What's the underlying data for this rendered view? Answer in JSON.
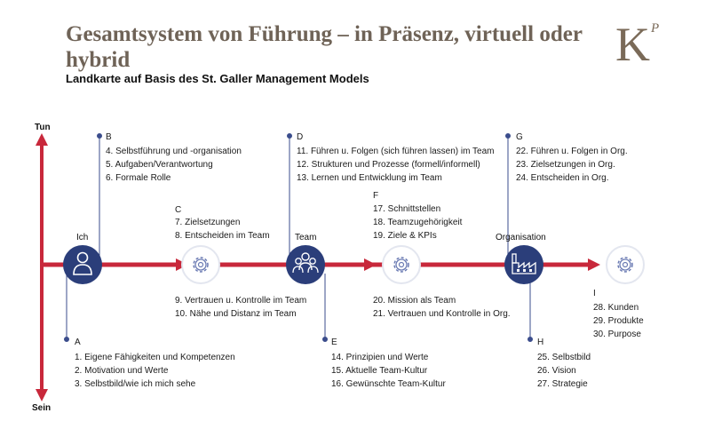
{
  "header": {
    "title": "Gesamtsystem von Führung – in Präsenz, virtuell oder hybrid",
    "subtitle": "Landkarte auf Basis des St. Galler Management Models",
    "logo_letter": "K",
    "logo_sup": "P"
  },
  "axis": {
    "top": "Tun",
    "bottom": "Sein"
  },
  "hubs": {
    "ich": "Ich",
    "team": "Team",
    "organisation": "Organisation"
  },
  "icons": [
    "user-icon",
    "gear-icon",
    "team-icon",
    "factory-icon"
  ],
  "groups": {
    "A": {
      "letter": "A",
      "items": [
        "1. Eigene Fähigkeiten und Kompetenzen",
        "2. Motivation und Werte",
        "3. Selbstbild/wie ich mich sehe"
      ]
    },
    "B": {
      "letter": "B",
      "items": [
        "4. Selbstführung und -organisation",
        "5. Aufgaben/Verantwortung",
        "6. Formale Rolle"
      ]
    },
    "C": {
      "letter": "C",
      "items": [
        "7. Zielsetzungen",
        "8. Entscheiden im Team"
      ]
    },
    "C2": {
      "items": [
        "9. Vertrauen u. Kontrolle im Team",
        "10. Nähe und Distanz im Team"
      ]
    },
    "D": {
      "letter": "D",
      "items": [
        "11. Führen u. Folgen (sich führen lassen) im Team",
        "12. Strukturen und Prozesse (formell/informell)",
        "13. Lernen und Entwicklung im Team"
      ]
    },
    "E": {
      "letter": "E",
      "items": [
        "14. Prinzipien und Werte",
        "15. Aktuelle Team-Kultur",
        "16. Gewünschte Team-Kultur"
      ]
    },
    "F": {
      "letter": "F",
      "items": [
        "17. Schnittstellen",
        "18. Teamzugehörigkeit",
        "19. Ziele & KPIs"
      ]
    },
    "F2": {
      "items": [
        "20. Mission als Team",
        "21. Vertrauen und Kontrolle in Org."
      ]
    },
    "G": {
      "letter": "G",
      "items": [
        "22. Führen u. Folgen in Org.",
        "23. Zielsetzungen in Org.",
        "24. Entscheiden in Org."
      ]
    },
    "H": {
      "letter": "H",
      "items": [
        "25. Selbstbild",
        "26. Vision",
        "27. Strategie"
      ]
    },
    "I": {
      "letter": "I",
      "items": [
        "28. Kunden",
        "29. Produkte",
        "30. Purpose"
      ]
    }
  },
  "colors": {
    "arrow": "#c8283b",
    "hub": "#2b3e7a",
    "gear": "#6b7bb3",
    "connector": "#3b4d8c",
    "title": "#6f6357"
  }
}
